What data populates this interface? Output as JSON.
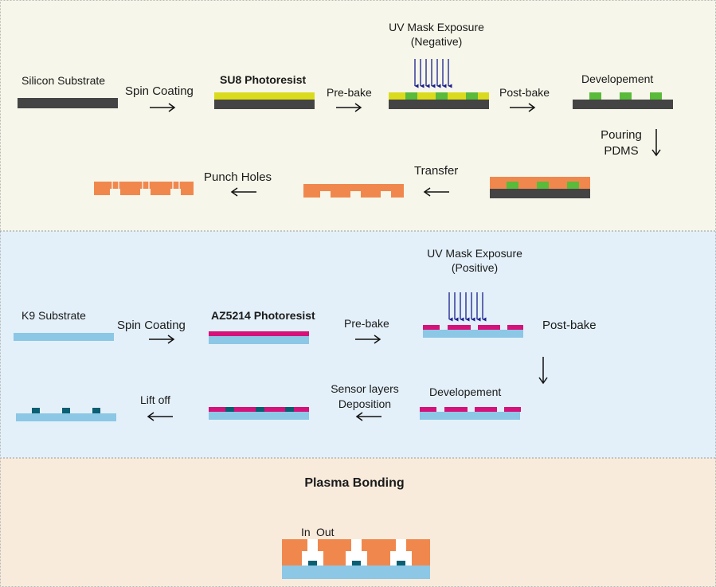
{
  "colors": {
    "panel1_bg": "#f6f6ea",
    "panel2_bg": "#e3f0f9",
    "panel3_bg": "#f8ebdc",
    "divider": "#9a9a9a",
    "silicon": "#444444",
    "su8": "#dbdb1e",
    "su8_pattern": "#5aba3a",
    "pdms": "#f0884e",
    "uv_arrow": "#1a1f8c",
    "k9": "#8cc7e6",
    "az5214": "#d6117a",
    "sensor": "#0b5f73",
    "hole": "#ffffff",
    "text": "#1a1a1a"
  },
  "panel1": {
    "silicon_substrate": "Silicon Substrate",
    "spin_coating": "Spin Coating",
    "su8_photoresist": "SU8 Photoresist",
    "pre_bake": "Pre-bake",
    "uv_mask_line1": "UV Mask Exposure",
    "uv_mask_line2": "(Negative)",
    "post_bake": "Post-bake",
    "development": "Developement",
    "pouring_line1": "Pouring",
    "pouring_line2": "PDMS",
    "transfer": "Transfer",
    "punch_holes": "Punch Holes"
  },
  "panel2": {
    "k9_substrate": "K9 Substrate",
    "spin_coating": "Spin Coating",
    "az5214_photoresist": "AZ5214 Photoresist",
    "pre_bake": "Pre-bake",
    "uv_mask_line1": "UV Mask Exposure",
    "uv_mask_line2": "(Positive)",
    "post_bake": "Post-bake",
    "development": "Developement",
    "sensor_line1": "Sensor layers",
    "sensor_line2": "Deposition",
    "lift_off": "Lift off"
  },
  "panel3": {
    "title": "Plasma Bonding",
    "inlet": "In",
    "outlet": "Out"
  }
}
